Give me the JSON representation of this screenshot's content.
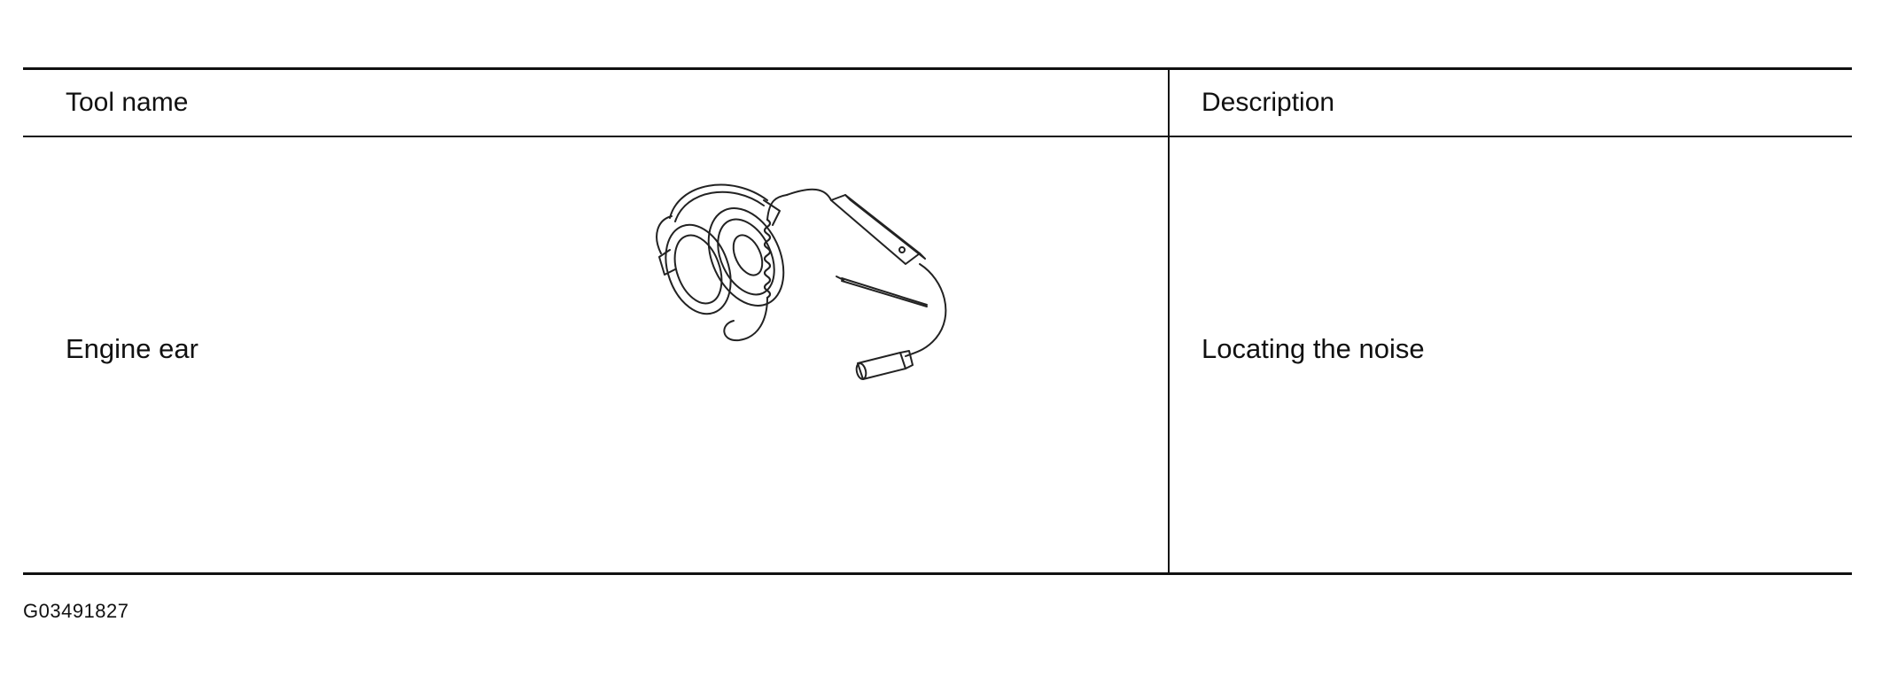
{
  "table": {
    "headers": {
      "tool_name": "Tool name",
      "description": "Description"
    },
    "rows": [
      {
        "tool_name": "Engine ear",
        "illustration_icon": "engine-ear-headphones-icon",
        "description": "Locating the noise"
      }
    ]
  },
  "figure_code": "G03491827"
}
